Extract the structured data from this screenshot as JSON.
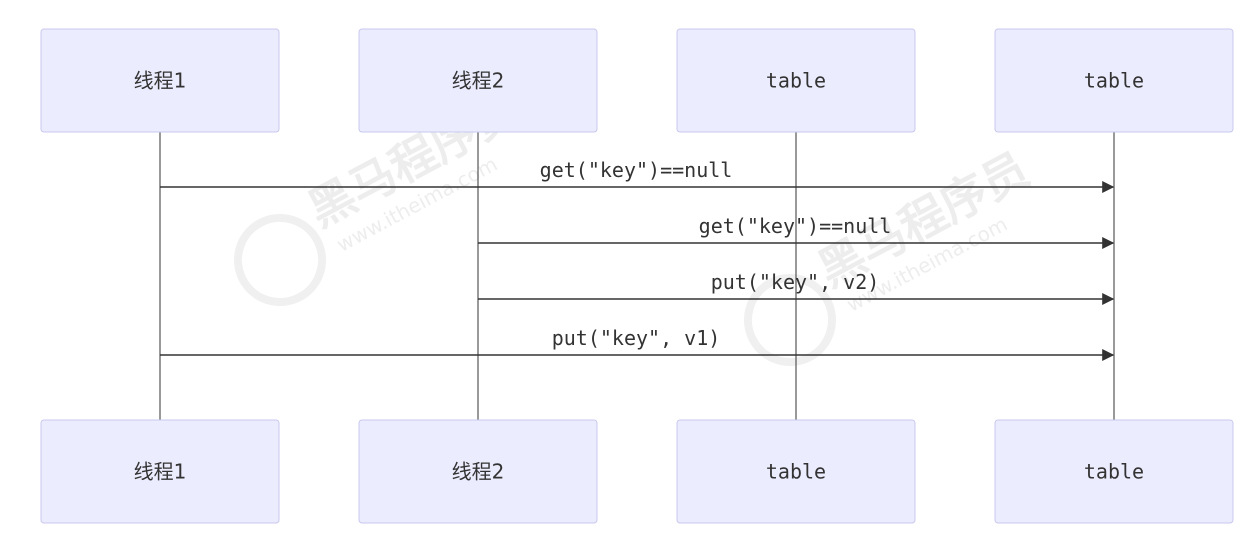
{
  "participants": [
    {
      "id": "t1",
      "label": "线程1",
      "mono": false
    },
    {
      "id": "t2",
      "label": "线程2",
      "mono": false
    },
    {
      "id": "tb1",
      "label": "table",
      "mono": true
    },
    {
      "id": "tb2",
      "label": "table",
      "mono": true
    }
  ],
  "messages": [
    {
      "from": "t1",
      "to": "tb2",
      "label": "get(\"key\")==null"
    },
    {
      "from": "t2",
      "to": "tb2",
      "label": "get(\"key\")==null"
    },
    {
      "from": "t2",
      "to": "tb2",
      "label": "put(\"key\", v2)"
    },
    {
      "from": "t1",
      "to": "tb2",
      "label": "put(\"key\", v1)"
    }
  ],
  "watermark": {
    "brand": "黑马程序员",
    "url": "www.itheima.com"
  },
  "colors": {
    "actor_fill": "#ececff",
    "actor_stroke": "#c8c8ee",
    "line": "#333333"
  }
}
